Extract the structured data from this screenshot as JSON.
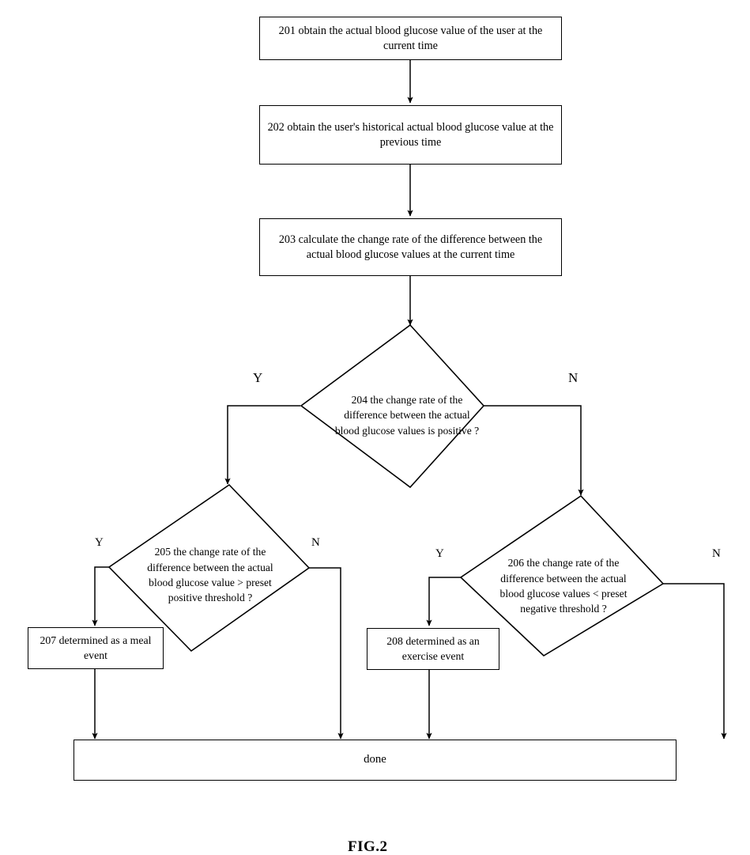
{
  "figure": {
    "caption": "FIG.2",
    "type": "flowchart",
    "title": "Blood glucose event determination flowchart"
  },
  "nodes": {
    "n201": {
      "id": "201",
      "shape": "process",
      "text": "201 obtain the actual blood glucose value of the user at the current time"
    },
    "n202": {
      "id": "202",
      "shape": "process",
      "text": "202 obtain the user's historical actual blood glucose value at the previous time"
    },
    "n203": {
      "id": "203",
      "shape": "process",
      "text": "203 calculate the change rate of the difference between the actual blood glucose values at the current time"
    },
    "n204": {
      "id": "204",
      "shape": "decision",
      "text": "204  the change rate of the difference between the actual blood glucose values is positive ?"
    },
    "n205": {
      "id": "205",
      "shape": "decision",
      "text": "205  the change rate of the difference between the actual blood glucose value > preset positive threshold ?"
    },
    "n206": {
      "id": "206",
      "shape": "decision",
      "text": "206  the change rate of the difference between the actual blood glucose values < preset negative threshold ?"
    },
    "n207": {
      "id": "207",
      "shape": "process",
      "text": "207 determined  as a meal event"
    },
    "n208": {
      "id": "208",
      "shape": "process",
      "text": "208 determined as an exercise event"
    },
    "done": {
      "id": "done",
      "shape": "terminal",
      "text": "done"
    }
  },
  "branch_labels": {
    "d204_yes": "Y",
    "d204_no": "N",
    "d205_yes": "Y",
    "d205_no": "N",
    "d206_yes": "Y",
    "d206_no": "N"
  },
  "colors": {
    "stroke": "#000000",
    "background": "#ffffff",
    "text": "#000000"
  }
}
